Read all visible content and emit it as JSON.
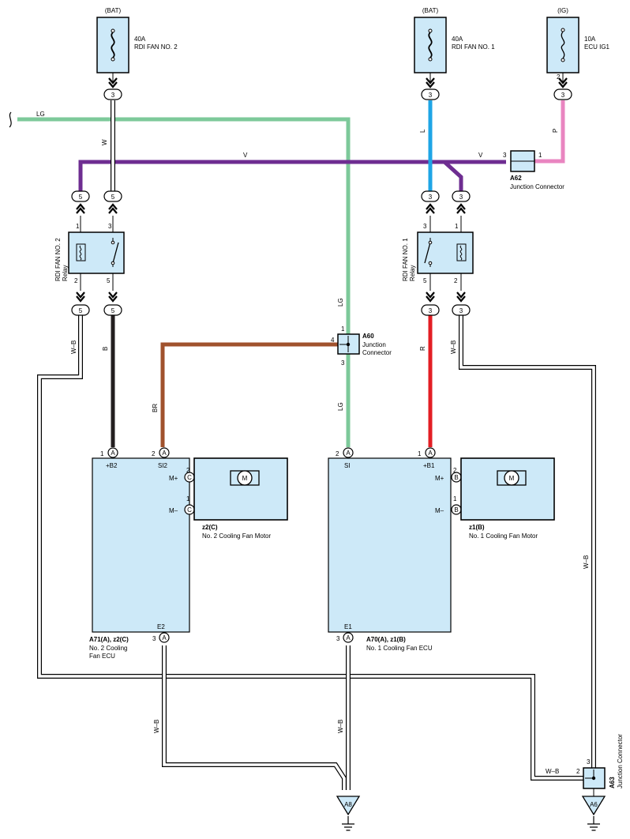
{
  "colors": {
    "lg": "#7dc99a",
    "violet": "#6e2d91",
    "blue": "#1ea5e6",
    "pink": "#e985c0",
    "brown": "#a0522d",
    "red": "#e31e24",
    "black": "#231f20",
    "fill": "#cde9f8"
  },
  "fuses": {
    "fan2": {
      "source": "(BAT)",
      "rating": "40A",
      "name": "RDI FAN NO. 2"
    },
    "fan1": {
      "source": "(BAT)",
      "rating": "40A",
      "name": "RDI FAN NO. 1"
    },
    "ecu": {
      "source": "(IG)",
      "rating": "10A",
      "name": "ECU IG1"
    }
  },
  "wires": {
    "lg": "LG",
    "v": "V",
    "w": "W",
    "l": "L",
    "p": "P",
    "b": "B",
    "br": "BR",
    "r": "R",
    "wb": "W–B"
  },
  "pins": {
    "p1": "1",
    "p2": "2",
    "p3": "3",
    "p4": "4",
    "p5": "5"
  },
  "relays": {
    "fan2": {
      "name": "RDI FAN NO. 2",
      "type": "Relay"
    },
    "fan1": {
      "name": "RDI FAN NO. 1",
      "type": "Relay"
    }
  },
  "junctions": {
    "a62": {
      "id": "A62",
      "name": "Junction Connector"
    },
    "a60": {
      "id": "A60",
      "line1": "Junction",
      "line2": "Connector"
    },
    "a63": {
      "id": "A63",
      "name": "Junction Connector"
    }
  },
  "ecu2": {
    "pins": {
      "b2": "+B2",
      "si2": "SI2",
      "mplus": "M+",
      "mminus": "M–",
      "e2": "E2"
    },
    "conn": "A",
    "motor_conn": "C",
    "ref": "A71(A), z2(C)",
    "name1": "No.  2 Cooling",
    "name2": "Fan ECU"
  },
  "ecu1": {
    "pins": {
      "si": "SI",
      "b1": "+B1",
      "mplus": "M+",
      "mminus": "M–",
      "e1": "E1"
    },
    "conn": "A",
    "motor_conn": "B",
    "ref": "A70(A), z1(B)",
    "name": "No.  1 Cooling Fan ECU"
  },
  "motors": {
    "m2": {
      "ref": "z2(C)",
      "name": "No.  2 Cooling Fan Motor",
      "symbol": "M"
    },
    "m1": {
      "ref": "z1(B)",
      "name": "No.  1 Cooling Fan Motor",
      "symbol": "M"
    }
  },
  "grounds": {
    "a8": "A8",
    "a6": "A6"
  }
}
